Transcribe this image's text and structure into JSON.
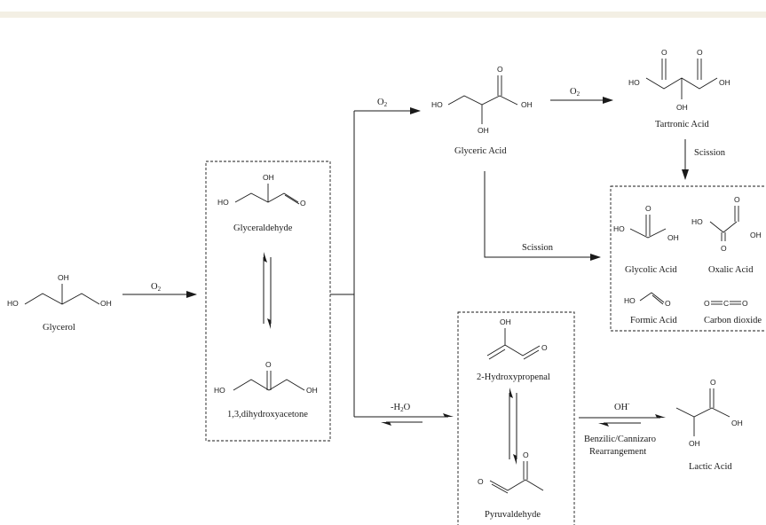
{
  "compounds": {
    "glycerol": "Glycerol",
    "glyceraldehyde": "Glyceraldehyde",
    "dihydroxyacetone": "1,3,dihydroxyacetone",
    "glyceric_acid": "Glyceric Acid",
    "tartronic_acid": "Tartronic Acid",
    "glycolic_acid": "Glycolic Acid",
    "oxalic_acid": "Oxalic Acid",
    "formic_acid": "Formic Acid",
    "carbon_dioxide": "Carbon dioxide",
    "hydroxypropenal": "2-Hydroxypropenal",
    "pyruvaldehyde": "Pyruvaldehyde",
    "lactic_acid": "Lactic Acid"
  },
  "reagents": {
    "o2": "O",
    "o2_sub": "2",
    "scission": "Scission",
    "dehydration_prefix": "-H",
    "dehydration_sub": "2",
    "dehydration_suffix": "O",
    "hydroxide": "OH",
    "hydroxide_sup": "-",
    "rearrangement_line1": "Benzilic/Cannizaro",
    "rearrangement_line2": "Rearrangement"
  },
  "atoms": {
    "oh": "OH",
    "ho": "HO",
    "o": "O",
    "c": "C"
  }
}
